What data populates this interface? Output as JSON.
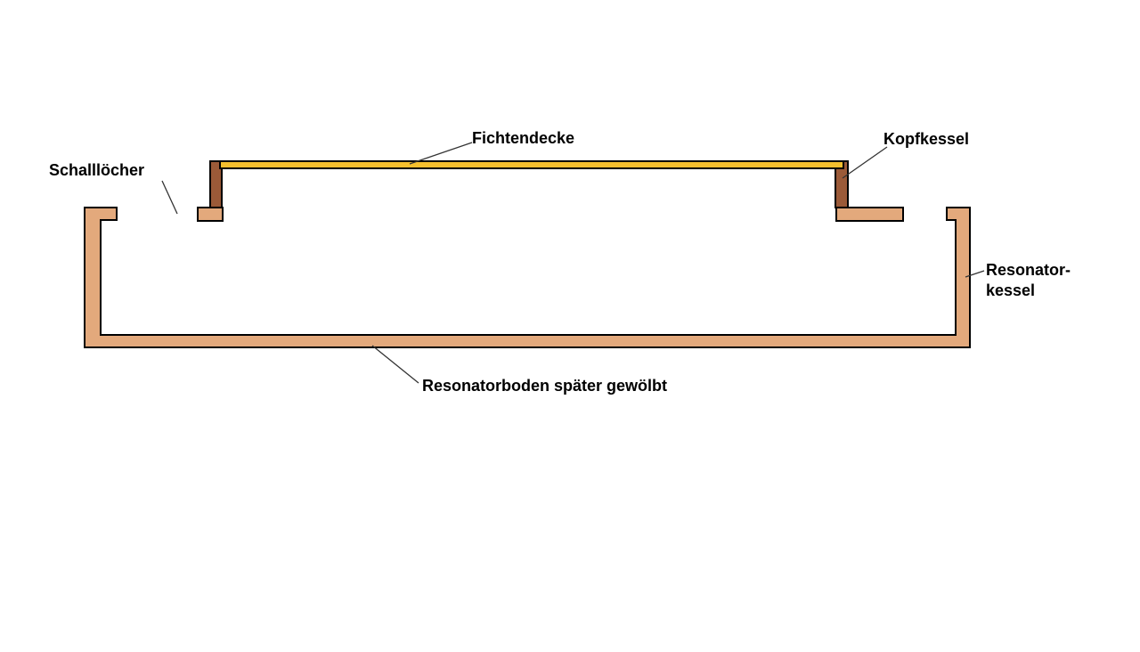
{
  "labels": {
    "fichtendecke": "Fichtendecke",
    "kopfkessel": "Kopfkessel",
    "schalllocher": "Schalllöcher",
    "resonator_line1": "Resonator-",
    "resonator_line2": "kessel",
    "resonatorboden": "Resonatorboden später gewölbt"
  },
  "colors": {
    "fichtendecke": "#f5bf2e",
    "kopfkessel": "#9b5a38",
    "resonatorkessel": "#e3a97c",
    "outline": "#000000",
    "leader": "#333333"
  }
}
